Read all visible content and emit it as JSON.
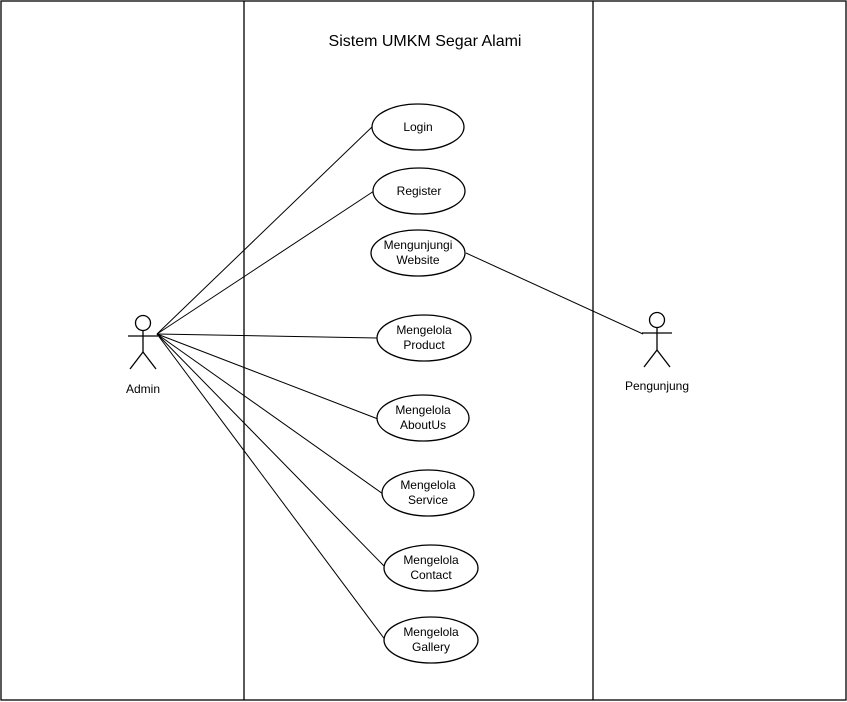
{
  "system": {
    "title": "Sistem UMKM Segar Alami"
  },
  "actors": {
    "admin": {
      "label": "Admin"
    },
    "visitor": {
      "label": "Pengunjung"
    }
  },
  "use_cases": {
    "login": {
      "lines": [
        "Login"
      ]
    },
    "register": {
      "lines": [
        "Register"
      ]
    },
    "visit_website": {
      "lines": [
        "Mengunjungi",
        "Website"
      ]
    },
    "manage_product": {
      "lines": [
        "Mengelola",
        "Product"
      ]
    },
    "manage_aboutus": {
      "lines": [
        "Mengelola",
        "AboutUs"
      ]
    },
    "manage_service": {
      "lines": [
        "Mengelola",
        "Service"
      ]
    },
    "manage_contact": {
      "lines": [
        "Mengelola",
        "Contact"
      ]
    },
    "manage_gallery": {
      "lines": [
        "Mengelola",
        "Gallery"
      ]
    }
  },
  "associations": [
    {
      "from": "admin",
      "to": "login"
    },
    {
      "from": "admin",
      "to": "register"
    },
    {
      "from": "admin",
      "to": "manage_product"
    },
    {
      "from": "admin",
      "to": "manage_aboutus"
    },
    {
      "from": "admin",
      "to": "manage_service"
    },
    {
      "from": "admin",
      "to": "manage_contact"
    },
    {
      "from": "admin",
      "to": "manage_gallery"
    },
    {
      "from": "visitor",
      "to": "visit_website"
    }
  ]
}
